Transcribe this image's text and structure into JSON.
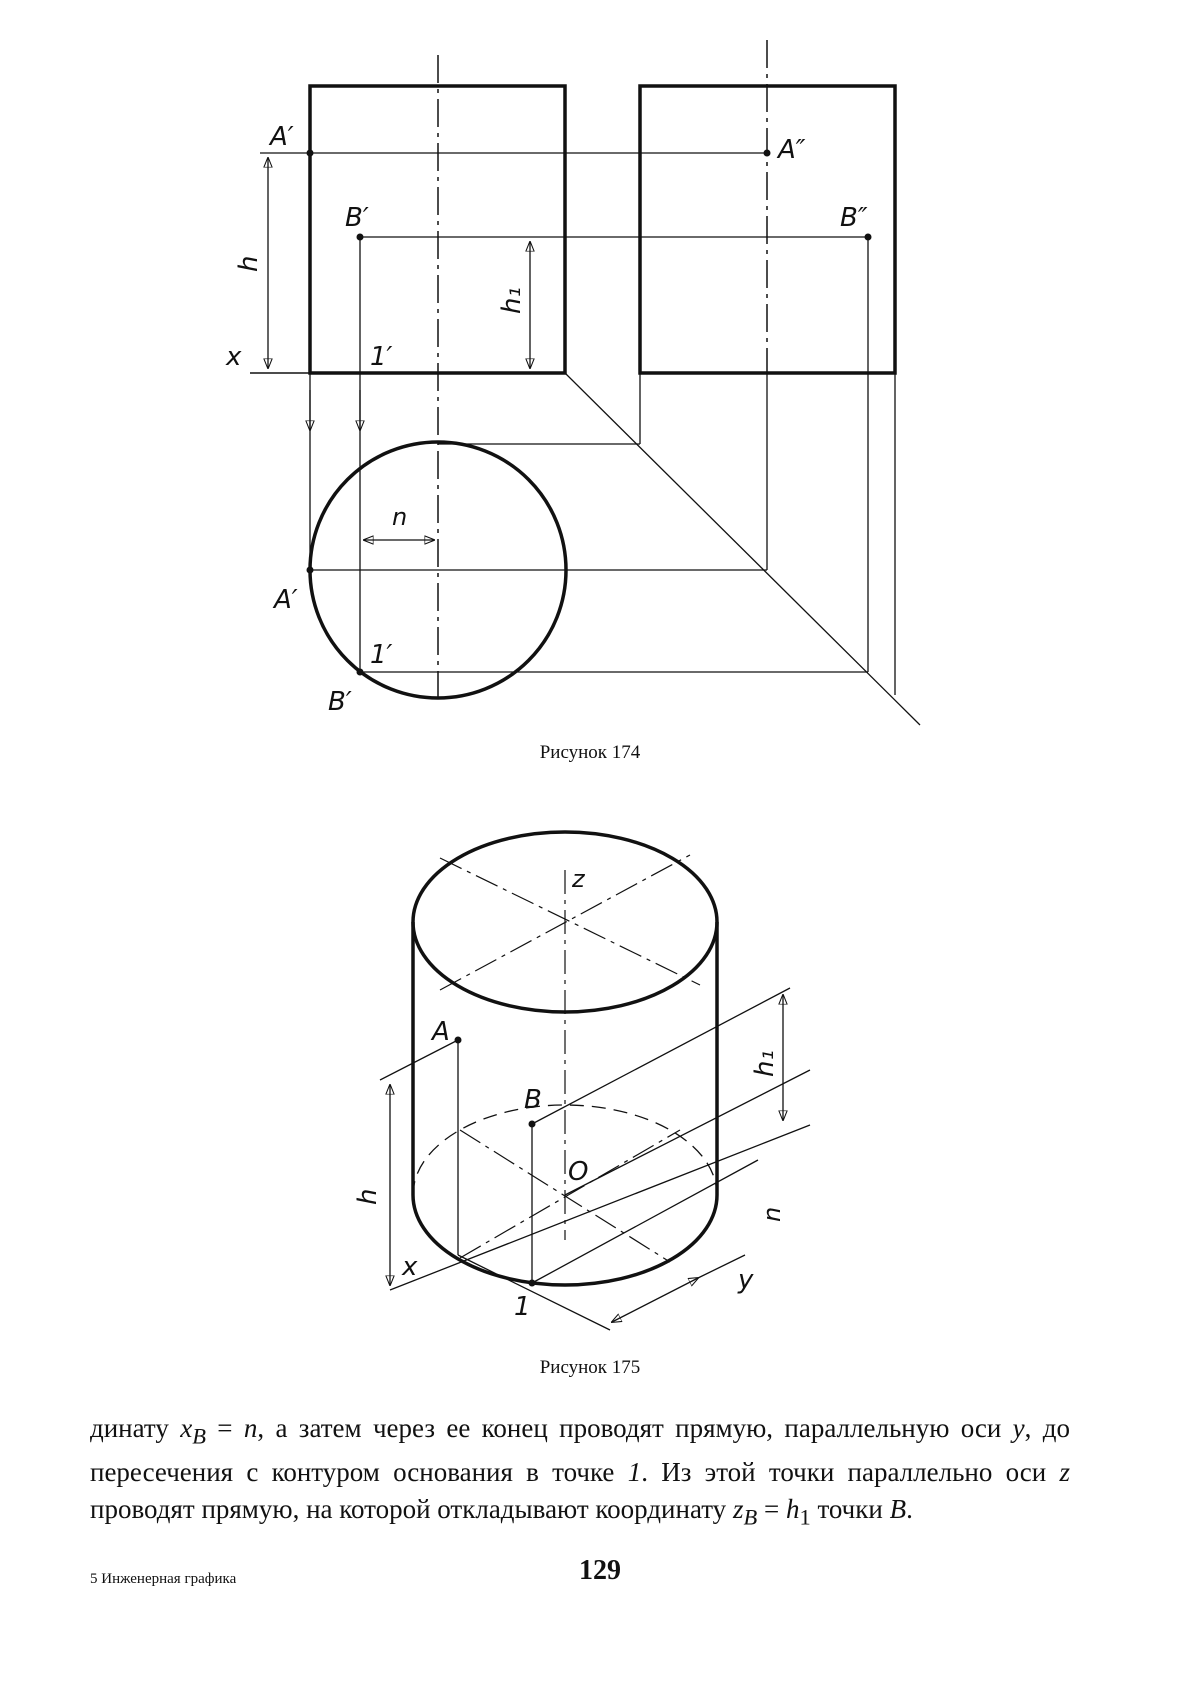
{
  "figures": [
    {
      "caption": "Рисунок 174",
      "labels": {
        "a_front": "A′",
        "a_side": "A″",
        "b_front": "B′",
        "b_side": "B″",
        "h": "h",
        "h1": "h₁",
        "x": "x",
        "p1_front": "1′",
        "n": "n",
        "a_plan": "A′",
        "p1_plan": "1′",
        "b_plan": "B′"
      }
    },
    {
      "caption": "Рисунок 175",
      "labels": {
        "z": "z",
        "a": "A",
        "b": "B",
        "o": "O",
        "h1": "h₁",
        "h": "h",
        "x": "x",
        "n": "n",
        "y": "y",
        "p1": "1"
      }
    }
  ],
  "body_text": {
    "line1": "динату",
    "xb": "x",
    "xb_sub": "B",
    "eq1": " = ",
    "n": "n",
    "line1_rest": ", а затем через ее конец проводят прямую, параллельную оси ",
    "y": "y",
    "line2_rest": ", до пересечения с контуром основания в точке ",
    "pt": "1",
    "line3": ". Из этой точки параллельно оси ",
    "z": "z",
    "line3_rest": " проводят прямую, на которой откладывают координату ",
    "zb": "z",
    "zb_sub": "B",
    "eq2": " = ",
    "h": "h",
    "h_sub": "1",
    "tail": " точки ",
    "b": "B",
    "end": "."
  },
  "footer": {
    "left": "5 Инженерная графика",
    "page_number": "129"
  }
}
